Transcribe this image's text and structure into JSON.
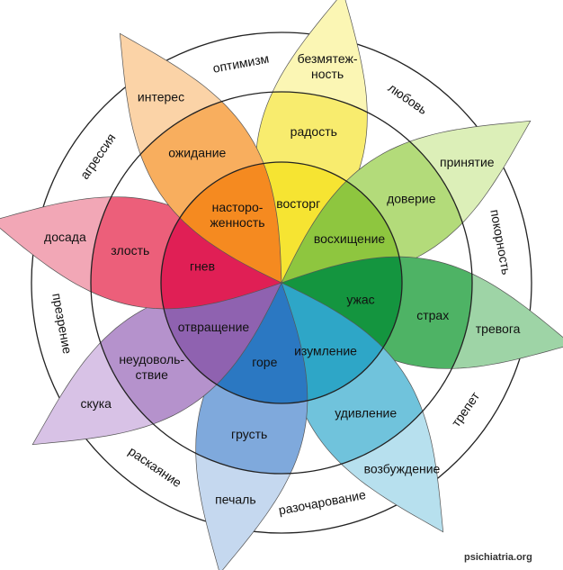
{
  "petals": [
    {
      "id": "joy",
      "color": "#f6e432",
      "light": "#fbf6b4",
      "mid": "#f8ec6e",
      "labels": [
        "восторг",
        "радость",
        "безмятеж-\nность"
      ]
    },
    {
      "id": "trust",
      "color": "#8ec63f",
      "light": "#dcefb8",
      "mid": "#b3db7a",
      "labels": [
        "восхищение",
        "доверие",
        "принятие"
      ]
    },
    {
      "id": "fear",
      "color": "#14953f",
      "light": "#9ed4a6",
      "mid": "#4eb365",
      "labels": [
        "ужас",
        "страх",
        "тревога"
      ]
    },
    {
      "id": "surprise",
      "color": "#2ea6c7",
      "light": "#b7e0ee",
      "mid": "#70c3dc",
      "labels": [
        "изумление",
        "удивление",
        "возбуждение"
      ]
    },
    {
      "id": "sadness",
      "color": "#2b78c2",
      "light": "#c5d8ef",
      "mid": "#7fa9dc",
      "labels": [
        "горе",
        "грусть",
        "печаль"
      ]
    },
    {
      "id": "disgust",
      "color": "#8f62b0",
      "light": "#d8c2e6",
      "mid": "#b592cc",
      "labels": [
        "отвращение",
        "неудоволь-\nствие",
        "скука"
      ]
    },
    {
      "id": "anger",
      "color": "#e01f55",
      "light": "#f2a7b6",
      "mid": "#ec5f7a",
      "labels": [
        "гнев",
        "злость",
        "досада"
      ]
    },
    {
      "id": "anticipation",
      "color": "#f58a20",
      "light": "#fbd3a7",
      "mid": "#f8ae5e",
      "labels": [
        "насторо-\nженность",
        "ожидание",
        "интерес"
      ]
    }
  ],
  "dyads": [
    {
      "label": "любовь"
    },
    {
      "label": "покорность"
    },
    {
      "label": "трепет"
    },
    {
      "label": "разочарование"
    },
    {
      "label": "раскаяние"
    },
    {
      "label": "презрение"
    },
    {
      "label": "агрессия"
    },
    {
      "label": "оптимизм"
    }
  ],
  "watermark": "psichiatria.org"
}
